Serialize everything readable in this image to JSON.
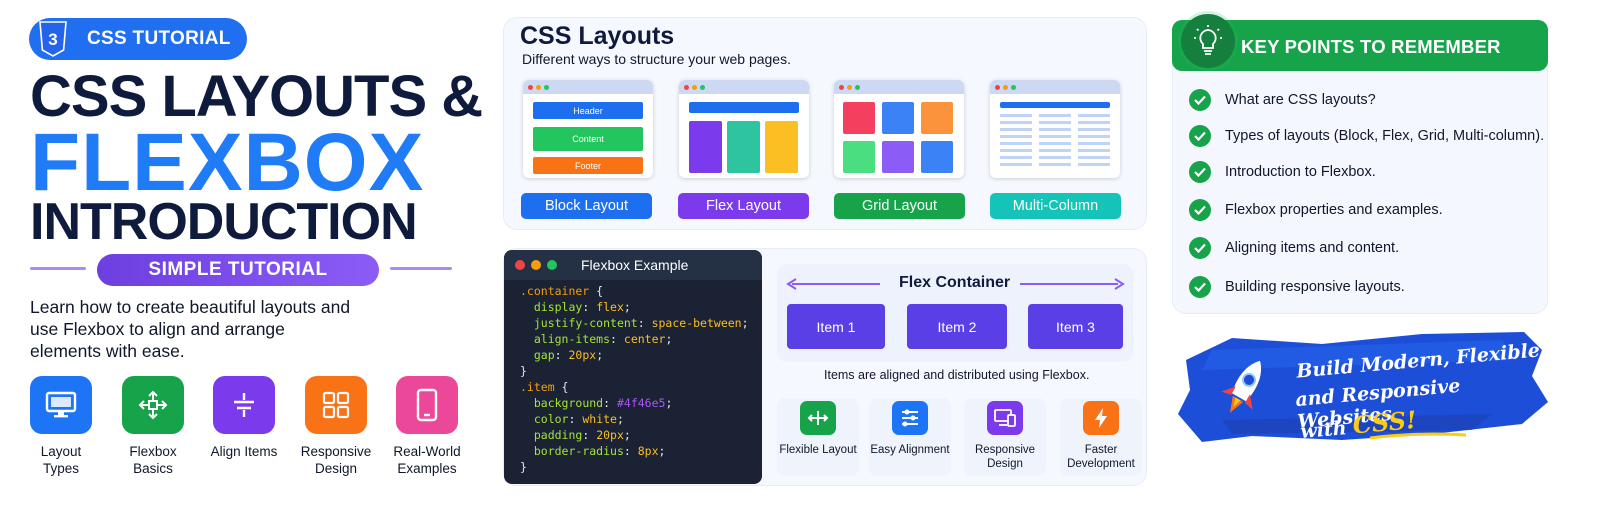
{
  "badge": {
    "label": "CSS TUTORIAL",
    "icon": "css3-shield-icon"
  },
  "hero": {
    "line1": "CSS LAYOUTS &",
    "line2": "FLEXBOX",
    "line3": "INTRODUCTION",
    "pill": "SIMPLE TUTORIAL",
    "description": "Learn how to create beautiful layouts and use Flexbox to align and arrange elements with ease."
  },
  "features": [
    {
      "label": "Layout Types",
      "icon": "monitor-icon",
      "color": "#1d74f5"
    },
    {
      "label": "Flexbox Basics",
      "icon": "arrows-move-icon",
      "color": "#16a34a"
    },
    {
      "label": "Align Items",
      "icon": "align-icon",
      "color": "#7c3aed"
    },
    {
      "label": "Responsive Design",
      "icon": "grid-icon",
      "color": "#f97316"
    },
    {
      "label": "Real-World Examples",
      "icon": "phone-icon",
      "color": "#ec4899"
    }
  ],
  "layouts": {
    "title": "CSS Layouts",
    "subtitle": "Different ways to structure your web pages.",
    "block": {
      "header": "Header",
      "content": "Content",
      "footer": "Footer"
    },
    "buttons": [
      {
        "label": "Block Layout",
        "color": "#1d6ff0"
      },
      {
        "label": "Flex Layout",
        "color": "#7c3aed"
      },
      {
        "label": "Grid Layout",
        "color": "#16a34a"
      },
      {
        "label": "Multi-Column",
        "color": "#14c4b8"
      }
    ]
  },
  "code": {
    "title": "Flexbox Example"
  },
  "flex": {
    "title": "Flex Container",
    "items": [
      "Item 1",
      "Item 2",
      "Item 3"
    ],
    "caption": "Items are aligned and distributed using Flexbox.",
    "tiles": [
      {
        "label": "Flexible Layout",
        "icon": "flex-arrows-icon",
        "color": "#16a34a"
      },
      {
        "label": "Easy Alignment",
        "icon": "align-lines-icon",
        "color": "#1d74f5"
      },
      {
        "label": "Responsive Design",
        "icon": "devices-icon",
        "color": "#7c3aed"
      },
      {
        "label": "Faster Development",
        "icon": "lightning-icon",
        "color": "#f97316"
      }
    ]
  },
  "key_points": {
    "title": "KEY POINTS TO REMEMBER",
    "items": [
      "What are CSS layouts?",
      "Types of layouts (Block, Flex, Grid, Multi-column).",
      "Introduction to Flexbox.",
      "Flexbox properties and examples.",
      "Aligning items and content.",
      "Building responsive layouts."
    ]
  },
  "banner": {
    "line1": "Build Modern, Flexible",
    "line2": "and Responsive Websites",
    "line3_prefix": "with",
    "line3_highlight": "CSS!",
    "highlight_color": "#facc15"
  }
}
